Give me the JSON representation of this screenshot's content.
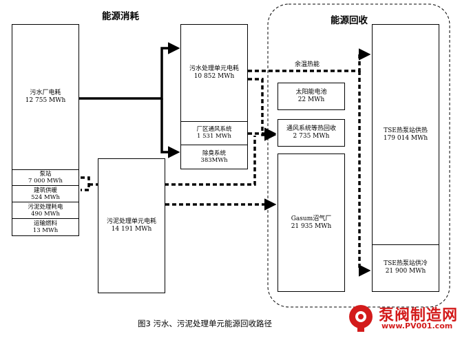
{
  "headings": {
    "consumption": "能源消耗",
    "recovery": "能源回收"
  },
  "consumption_left": {
    "main": {
      "name": "污水厂电耗",
      "value": "12 755 MWh"
    },
    "items": [
      {
        "name": "泵站",
        "value": "7 000 MWh"
      },
      {
        "name": "建筑供暖",
        "value": "524 MWh"
      },
      {
        "name": "污泥处理耗电",
        "value": "490 MWh"
      },
      {
        "name": "运输燃料",
        "value": "13 MWh"
      }
    ]
  },
  "sewage_unit": {
    "main": {
      "name": "污水处理单元电耗",
      "value": "10 852 MWh"
    },
    "ventilation": {
      "name": "厂区通风系统",
      "value": "1 531 MWh"
    },
    "deodorization": {
      "name": "除臭系统",
      "value": "383MWh"
    }
  },
  "sludge_unit": {
    "name": "污泥处理单元电耗",
    "value": "14 191 MWh"
  },
  "recovery": {
    "flow_label": "余温热能",
    "solar": {
      "name": "太阳能电池",
      "value": "22 MWh"
    },
    "ventilation_heat": {
      "name": "通风系统等热回收",
      "value": "2 735 MWh"
    },
    "gasum": {
      "name": "Gasum沼气厂",
      "value": "21 935 MWh"
    },
    "tse_heat": {
      "name": "TSE热泵站供热",
      "value": "179 014 MWh"
    },
    "tse_cool": {
      "name": "TSE热泵站供冷",
      "value": "21 900 MWh"
    }
  },
  "caption": "图3  污水、污泥处理单元能源回收路径",
  "logo": {
    "name": "泵阀制造网",
    "url": "www.PV001.com"
  }
}
